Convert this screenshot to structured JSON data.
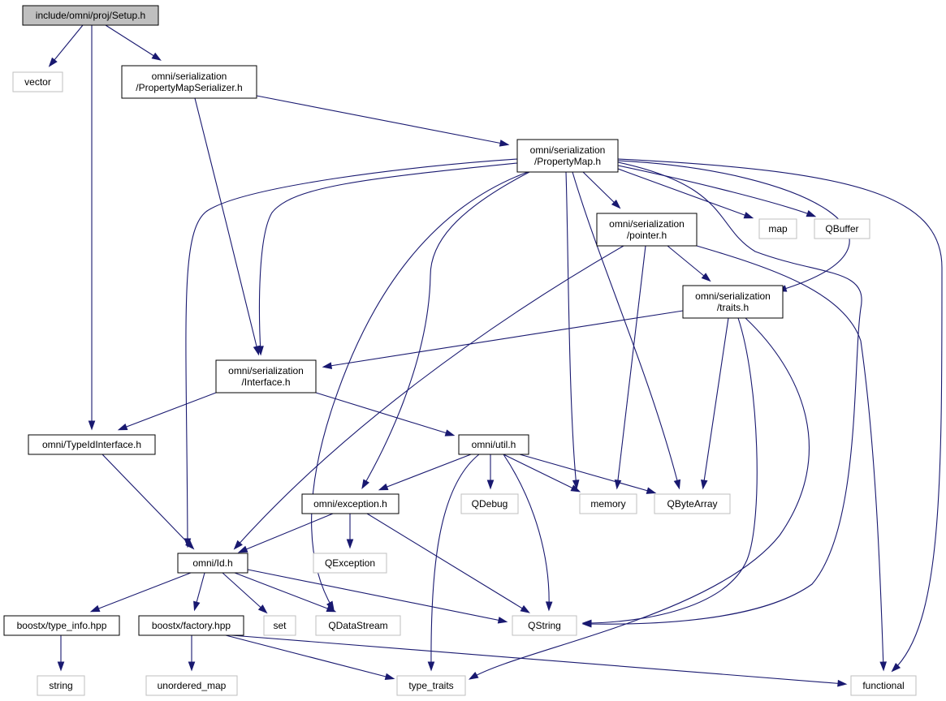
{
  "diagram": {
    "type": "include-dependency-graph",
    "colors": {
      "edge": "#191970",
      "root_fill": "#bfbfbf",
      "external_border": "#bfbfbf",
      "project_border": "#000000"
    },
    "nodes": [
      {
        "id": "setup",
        "lines": [
          "include/omni/proj/Setup.h"
        ],
        "kind": "root"
      },
      {
        "id": "vector",
        "lines": [
          "vector"
        ],
        "kind": "external"
      },
      {
        "id": "pms",
        "lines": [
          "omni/serialization",
          "/PropertyMapSerializer.h"
        ],
        "kind": "project"
      },
      {
        "id": "pm",
        "lines": [
          "omni/serialization",
          "/PropertyMap.h"
        ],
        "kind": "project"
      },
      {
        "id": "pointer",
        "lines": [
          "omni/serialization",
          "/pointer.h"
        ],
        "kind": "project"
      },
      {
        "id": "map",
        "lines": [
          "map"
        ],
        "kind": "external"
      },
      {
        "id": "qbuffer",
        "lines": [
          "QBuffer"
        ],
        "kind": "external"
      },
      {
        "id": "traits",
        "lines": [
          "omni/serialization",
          "/traits.h"
        ],
        "kind": "project"
      },
      {
        "id": "interface",
        "lines": [
          "omni/serialization",
          "/Interface.h"
        ],
        "kind": "project"
      },
      {
        "id": "typeid",
        "lines": [
          "omni/TypeIdInterface.h"
        ],
        "kind": "project"
      },
      {
        "id": "util",
        "lines": [
          "omni/util.h"
        ],
        "kind": "project"
      },
      {
        "id": "exception",
        "lines": [
          "omni/exception.h"
        ],
        "kind": "project"
      },
      {
        "id": "qdebug",
        "lines": [
          "QDebug"
        ],
        "kind": "external"
      },
      {
        "id": "memory",
        "lines": [
          "memory"
        ],
        "kind": "external"
      },
      {
        "id": "qbytearray",
        "lines": [
          "QByteArray"
        ],
        "kind": "external"
      },
      {
        "id": "id",
        "lines": [
          "omni/Id.h"
        ],
        "kind": "project"
      },
      {
        "id": "qexception",
        "lines": [
          "QException"
        ],
        "kind": "external"
      },
      {
        "id": "typeinfo",
        "lines": [
          "boostx/type_info.hpp"
        ],
        "kind": "project"
      },
      {
        "id": "factory",
        "lines": [
          "boostx/factory.hpp"
        ],
        "kind": "project"
      },
      {
        "id": "set",
        "lines": [
          "set"
        ],
        "kind": "external"
      },
      {
        "id": "qdatastream",
        "lines": [
          "QDataStream"
        ],
        "kind": "external"
      },
      {
        "id": "qstring",
        "lines": [
          "QString"
        ],
        "kind": "external"
      },
      {
        "id": "string",
        "lines": [
          "string"
        ],
        "kind": "external"
      },
      {
        "id": "unordered_map",
        "lines": [
          "unordered_map"
        ],
        "kind": "external"
      },
      {
        "id": "type_traits",
        "lines": [
          "type_traits"
        ],
        "kind": "external"
      },
      {
        "id": "functional",
        "lines": [
          "functional"
        ],
        "kind": "external"
      }
    ],
    "edges": [
      [
        "setup",
        "vector"
      ],
      [
        "setup",
        "pms"
      ],
      [
        "setup",
        "typeid"
      ],
      [
        "pms",
        "pm"
      ],
      [
        "pms",
        "interface"
      ],
      [
        "pm",
        "pointer"
      ],
      [
        "pm",
        "map"
      ],
      [
        "pm",
        "qbuffer"
      ],
      [
        "pm",
        "traits"
      ],
      [
        "pm",
        "interface"
      ],
      [
        "pm",
        "id"
      ],
      [
        "pm",
        "exception"
      ],
      [
        "pm",
        "memory"
      ],
      [
        "pm",
        "qbytearray"
      ],
      [
        "pm",
        "qdatastream"
      ],
      [
        "pm",
        "qstring"
      ],
      [
        "pm",
        "functional"
      ],
      [
        "pointer",
        "traits"
      ],
      [
        "pointer",
        "id"
      ],
      [
        "pointer",
        "memory"
      ],
      [
        "pointer",
        "functional"
      ],
      [
        "traits",
        "interface"
      ],
      [
        "traits",
        "qbytearray"
      ],
      [
        "traits",
        "qstring"
      ],
      [
        "traits",
        "type_traits"
      ],
      [
        "interface",
        "typeid"
      ],
      [
        "interface",
        "util"
      ],
      [
        "typeid",
        "id"
      ],
      [
        "util",
        "exception"
      ],
      [
        "util",
        "qdebug"
      ],
      [
        "util",
        "memory"
      ],
      [
        "util",
        "qbytearray"
      ],
      [
        "util",
        "qstring"
      ],
      [
        "util",
        "type_traits"
      ],
      [
        "exception",
        "id"
      ],
      [
        "exception",
        "qexception"
      ],
      [
        "exception",
        "qstring"
      ],
      [
        "id",
        "typeinfo"
      ],
      [
        "id",
        "factory"
      ],
      [
        "id",
        "set"
      ],
      [
        "id",
        "qdatastream"
      ],
      [
        "id",
        "qstring"
      ],
      [
        "typeinfo",
        "string"
      ],
      [
        "factory",
        "unordered_map"
      ],
      [
        "factory",
        "type_traits"
      ],
      [
        "factory",
        "functional"
      ]
    ]
  }
}
